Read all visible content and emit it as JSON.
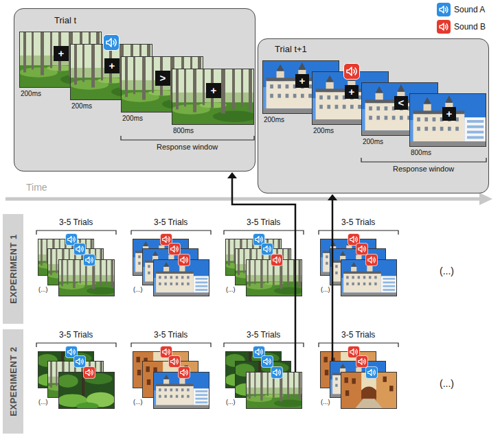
{
  "diagram": {
    "nodes": [
      {
        "text": [
          "Trial t"
        ]
      },
      {
        "text": [
          "Trial t+1"
        ]
      },
      {
        "text": [
          "EXPERIMENT 1"
        ]
      },
      {
        "text": [
          "EXPERIMENT 2"
        ]
      }
    ],
    "labels": [
      "200ms",
      "200ms",
      "200ms",
      "800ms",
      "Response window",
      "+",
      "+",
      ">",
      "+",
      "200ms",
      "200ms",
      "200ms",
      "800ms",
      "Response window",
      "+",
      "+",
      "<",
      "+",
      "Time",
      "3-5 Trials",
      "3-5 Trials",
      "3-5 Trials",
      "3-5 Trials",
      "(...)",
      "(...)",
      "(...)",
      "(...)",
      "(...)",
      "3-5 Trials",
      "3-5 Trials",
      "3-5 Trials",
      "3-5 Trials",
      "(...)",
      "(...)",
      "(...)",
      "(...)",
      "(...)"
    ],
    "legend": [
      {
        "text": "Sound A",
        "color": "#2b8fe3"
      },
      {
        "text": "Sound B",
        "color": "#e53a2e"
      }
    ]
  }
}
